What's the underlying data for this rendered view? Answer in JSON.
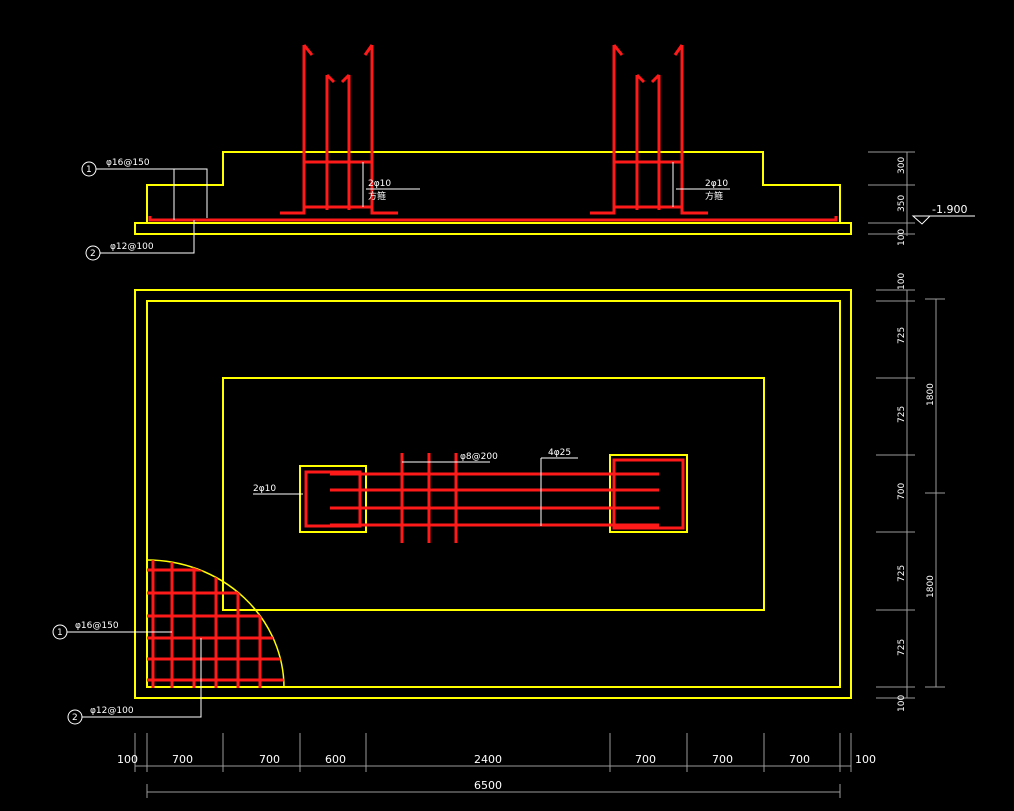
{
  "section": {
    "callout_1_number": "1",
    "callout_1_text": "φ16@150",
    "callout_2_number": "2",
    "callout_2_text": "φ12@100",
    "stirrup_left_top": "2φ10",
    "stirrup_left_bottom": "方箍",
    "stirrup_right_top": "2φ10",
    "stirrup_right_bottom": "方箍",
    "elevation": "-1.900",
    "dim_300": "300",
    "dim_350": "350",
    "dim_100": "100"
  },
  "plan": {
    "callout_1_number": "1",
    "callout_1_text": "φ16@150",
    "callout_2_number": "2",
    "callout_2_text": "φ12@100",
    "label_2phi10": "2φ10",
    "label_phi8": "φ8@200",
    "label_4phi25": "4φ25",
    "right_dims": [
      "100",
      "725",
      "725",
      "700",
      "725",
      "725",
      "100"
    ],
    "right_total_top": "1800",
    "right_total_bottom": "1800",
    "bottom_dims": [
      "100",
      "700",
      "700",
      "600",
      "2400",
      "700",
      "700",
      "700",
      "100"
    ],
    "bottom_total": "6500"
  },
  "colors": {
    "background": "#000000",
    "outline": "#ffff00",
    "rebar": "#ff1a1a",
    "annotation": "#ffffff",
    "dimension": "#9a9a9a"
  }
}
